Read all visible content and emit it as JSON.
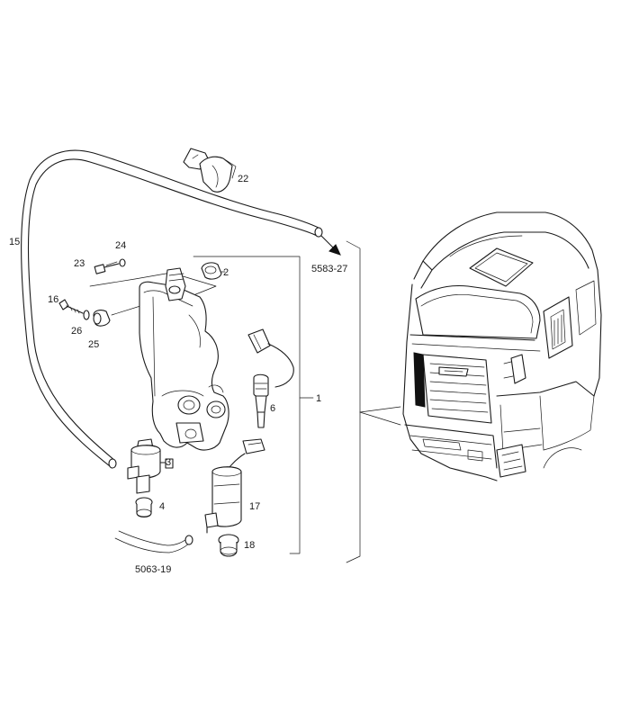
{
  "callouts": {
    "c1": "1",
    "c2": "2",
    "c3": "3",
    "c4": "4",
    "c6": "6",
    "c15": "15",
    "c16": "16",
    "c17": "17",
    "c18": "18",
    "c22": "22",
    "c23": "23",
    "c24": "24",
    "c25": "25",
    "c26": "26"
  },
  "references": {
    "top": "5583-27",
    "bottom": "5063-19"
  },
  "colors": {
    "line": "#1a1a1a",
    "background": "#ffffff"
  }
}
